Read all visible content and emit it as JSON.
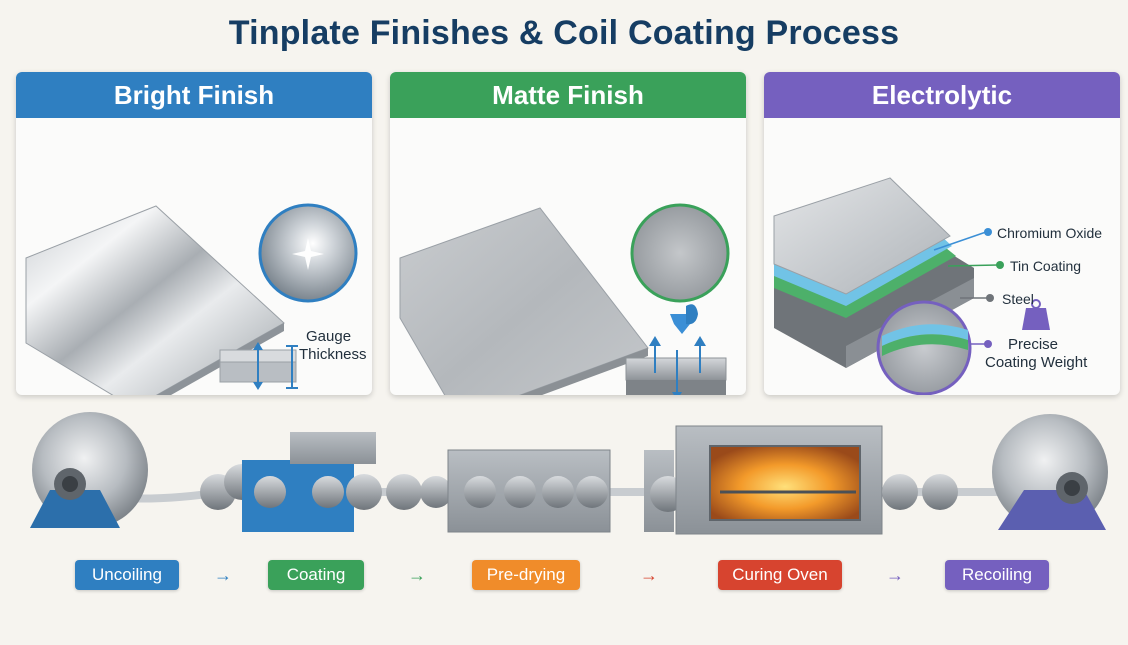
{
  "title": "Tinplate Finishes & Coil Coating Process",
  "colors": {
    "blue": "#2f7fc1",
    "green": "#3aa15a",
    "purple": "#7560bf",
    "orange": "#f08c2a",
    "red": "#d7442f",
    "title": "#163d63"
  },
  "cards": [
    {
      "heading": "Bright Finish",
      "labels": [
        "Gauge",
        "Thickness"
      ]
    },
    {
      "heading": "Matte Finish"
    },
    {
      "heading": "Electrolytic",
      "layers": [
        "Chromium Oxide",
        "Tin Coating",
        "Steel"
      ],
      "weight_labels": [
        "Precise",
        "Coating Weight"
      ]
    }
  ],
  "steps": [
    {
      "label": "Uncoiling",
      "color": "#2f7fc1"
    },
    {
      "label": "Coating",
      "color": "#3aa15a"
    },
    {
      "label": "Pre-drying",
      "color": "#f08c2a"
    },
    {
      "label": "Curing Oven",
      "color": "#d7442f"
    },
    {
      "label": "Recoiling",
      "color": "#7560bf"
    }
  ],
  "arrows": [
    {
      "symbol": "→",
      "color": "#2f7fc1"
    },
    {
      "symbol": "→",
      "color": "#3aa15a"
    },
    {
      "symbol": "→",
      "color": "#d7442f"
    },
    {
      "symbol": "→",
      "color": "#7560bf"
    }
  ]
}
